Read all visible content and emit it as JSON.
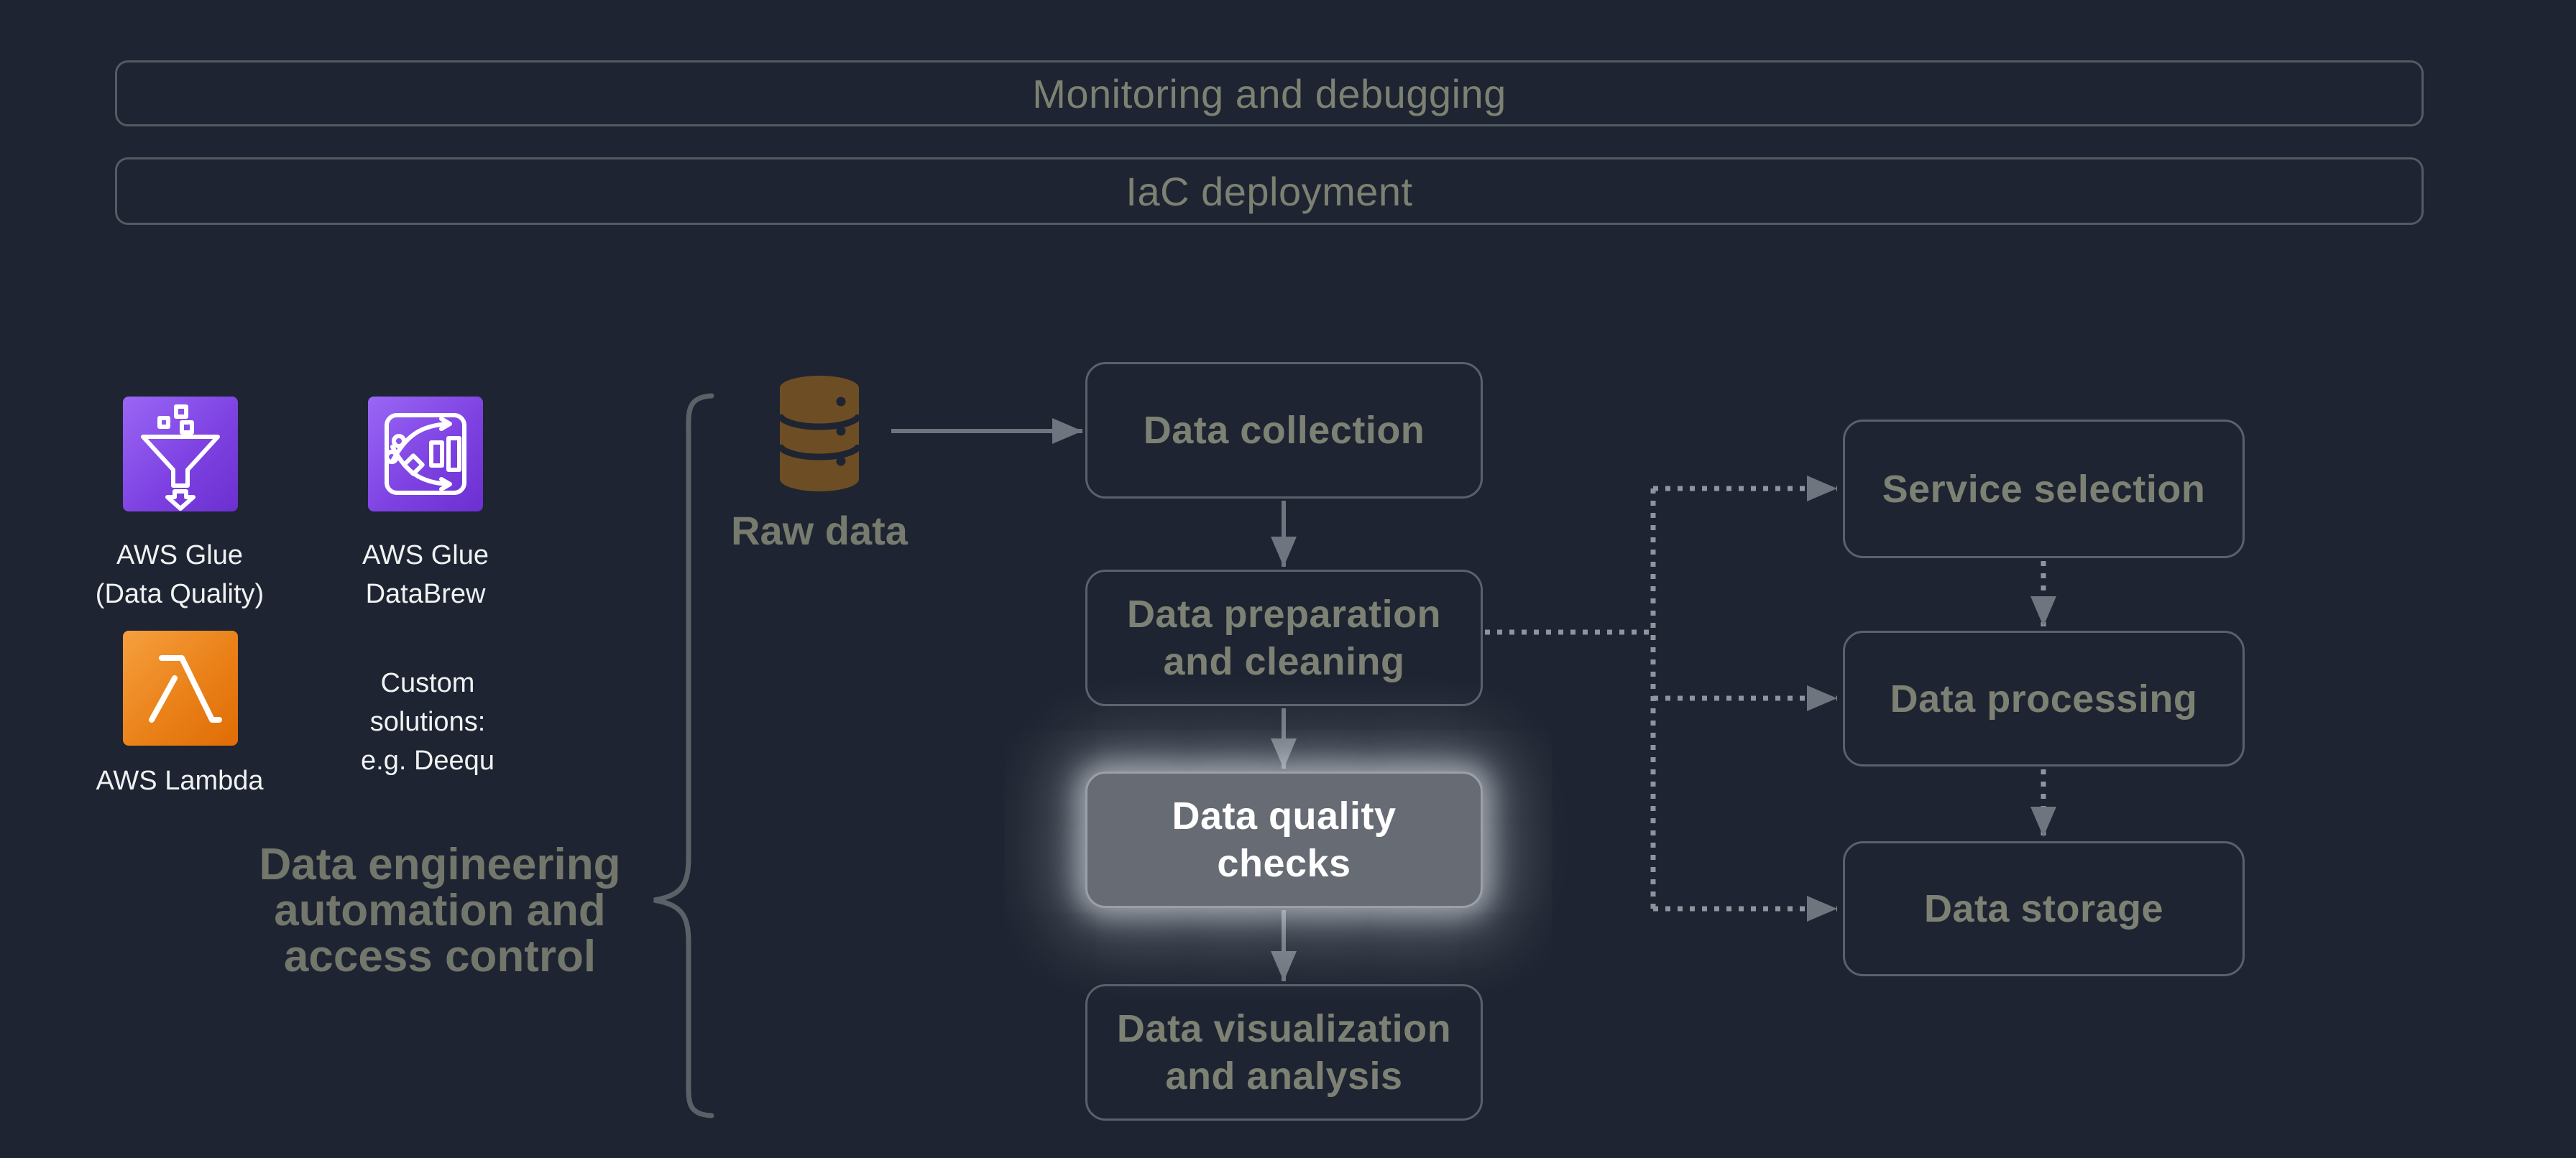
{
  "colors": {
    "background": "#1e2431",
    "node_border": "#5a616c",
    "node_text": "#7d8173",
    "banner_border": "#555b62",
    "banner_text": "#7d8172",
    "highlight_fill": "#676b74",
    "highlight_border": "#9aa0a8",
    "highlight_text": "#ffffff",
    "solid_arrow": "#6f757e",
    "dotted_line": "#8f959d",
    "brace": "#5b6167",
    "glue_purple_start": "#9a67f5",
    "glue_purple_end": "#6b30cf",
    "lambda_orange_start": "#f6a03f",
    "lambda_orange_end": "#e06c06",
    "database_brown": "#6d4e24",
    "caption_text": "#f0f2f2",
    "group_label_text": "#73776b"
  },
  "top_bars": [
    {
      "label": "Monitoring and debugging"
    },
    {
      "label": "IaC deployment"
    }
  ],
  "tools": {
    "glue_dq": {
      "line1": "AWS Glue",
      "line2": "(Data Quality)"
    },
    "databrew": {
      "line1": "AWS Glue",
      "line2": "DataBrew"
    },
    "lambda": {
      "label": "AWS Lambda"
    },
    "custom": {
      "line1": "Custom",
      "line2": "solutions:",
      "line3": "e.g. Deequ"
    }
  },
  "group_label": {
    "line1": "Data engineering",
    "line2": "automation and",
    "line3": "access control"
  },
  "source": {
    "label": "Raw data"
  },
  "pipeline": {
    "collection": {
      "label": "Data collection"
    },
    "preparation": {
      "line1": "Data preparation",
      "line2": "and cleaning"
    },
    "quality": {
      "line1": "Data quality",
      "line2": "checks"
    },
    "visualization": {
      "line1": "Data visualization",
      "line2": "and analysis"
    }
  },
  "services": {
    "selection": {
      "label": "Service selection"
    },
    "processing": {
      "label": "Data processing"
    },
    "storage": {
      "label": "Data storage"
    }
  }
}
